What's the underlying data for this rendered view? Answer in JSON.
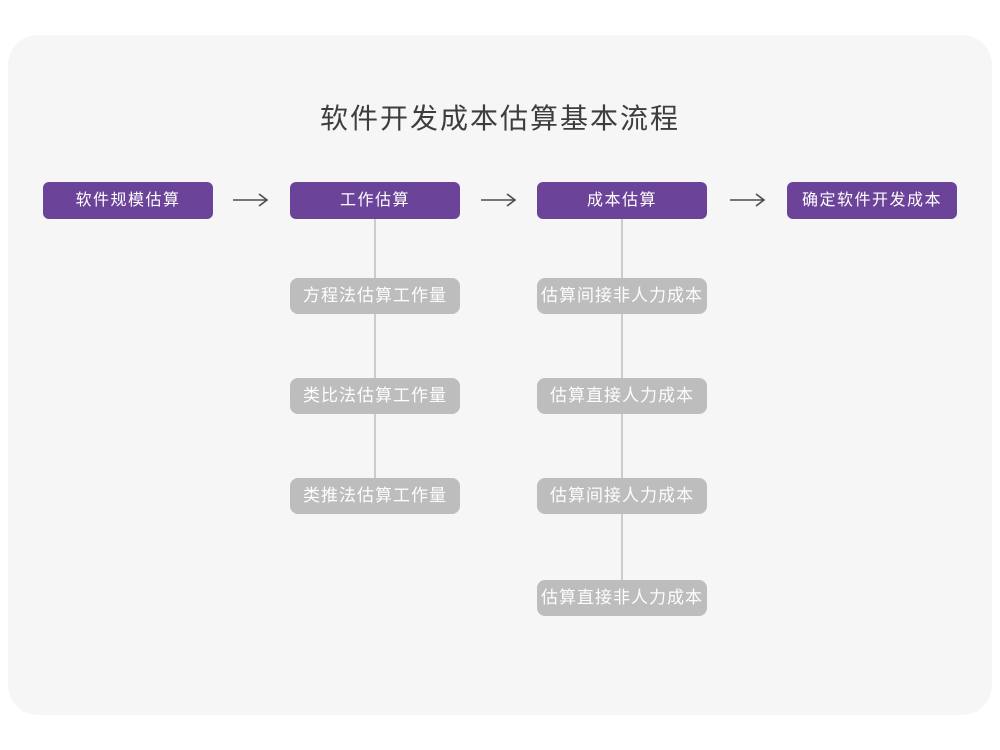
{
  "title": "软件开发成本估算基本流程",
  "colors": {
    "purple": "#6b4399",
    "gray": "#bdbdbd",
    "line": "#cccccc",
    "arrow": "#4d4d4d",
    "card_bg": "#f6f6f7",
    "title_color": "#3d3d3d"
  },
  "flow": {
    "stages": [
      {
        "label": "软件规模估算",
        "substeps": []
      },
      {
        "label": "工作估算",
        "substeps": [
          "方程法估算工作量",
          "类比法估算工作量",
          "类推法估算工作量"
        ]
      },
      {
        "label": "成本估算",
        "substeps": [
          "估算间接非人力成本",
          "估算直接人力成本",
          "估算间接人力成本",
          "估算直接非人力成本"
        ]
      },
      {
        "label": "确定软件开发成本",
        "substeps": []
      }
    ]
  }
}
